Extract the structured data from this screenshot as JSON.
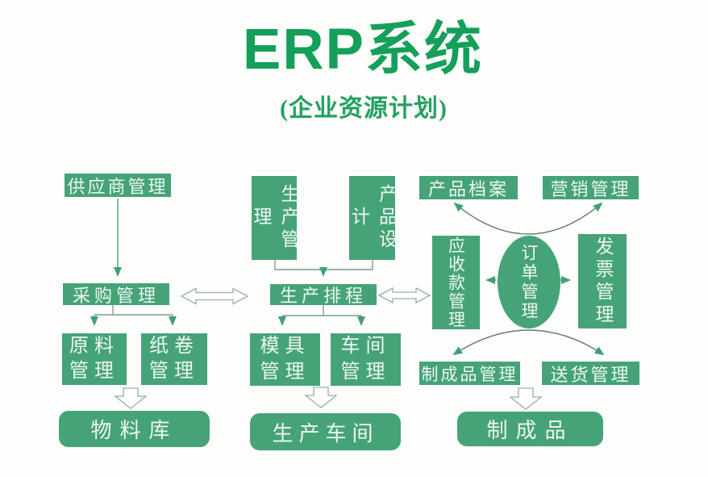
{
  "title": "ERP系统",
  "subtitle": "(企业资源计划)",
  "colors": {
    "title_green": "#14a059",
    "box_green": "#46a378",
    "box_text": "#ecf7f0",
    "connector_green": "#58a87e",
    "arrowhead_green": "#3fa173",
    "bracket_gray": "#7d9c8b",
    "curve_gray": "#5d7f6e",
    "hollow_outline": "#96b1a1"
  },
  "diagram": {
    "left_flow": {
      "supplier": "供应商管理",
      "purchasing": "采购管理",
      "raw_material": "原料管理",
      "paper_roll": "纸卷管理",
      "material_warehouse": "物料库"
    },
    "center_flow": {
      "production_mgmt": "生产管理",
      "product_design": "产品设计",
      "production_schedule": "生产排程",
      "mold_mgmt": "模具管理",
      "workshop_mgmt": "车间管理",
      "production_workshop": "生产车间"
    },
    "right_flow": {
      "product_archive": "产品档案",
      "marketing_mgmt": "营销管理",
      "receivables_mgmt": "应收款管理",
      "order_mgmt": "订单管理",
      "invoice_mgmt": "发票管理",
      "finished_goods_mgmt": "制成品管理",
      "delivery_mgmt": "送货管理",
      "finished_goods": "制成品"
    }
  }
}
